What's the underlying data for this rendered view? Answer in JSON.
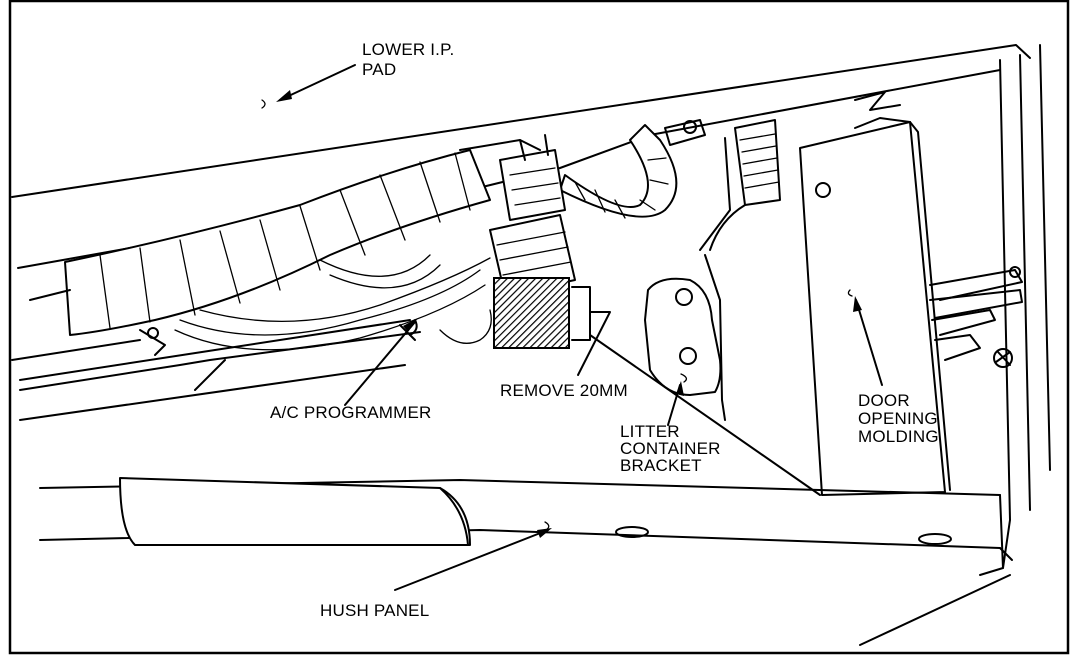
{
  "labels": {
    "lower_ip_pad": [
      "LOWER I.P.",
      "PAD"
    ],
    "ac_programmer": [
      "A/C PROGRAMMER"
    ],
    "remove_20mm": [
      "REMOVE 20MM"
    ],
    "litter_container_bracket": [
      "LITTER",
      "CONTAINER",
      "BRACKET"
    ],
    "door_opening_molding": [
      "DOOR",
      "OPENING",
      "MOLDING"
    ],
    "hush_panel": [
      "HUSH PANEL"
    ]
  },
  "colors": {
    "ink": "#000000",
    "paper": "#ffffff"
  }
}
